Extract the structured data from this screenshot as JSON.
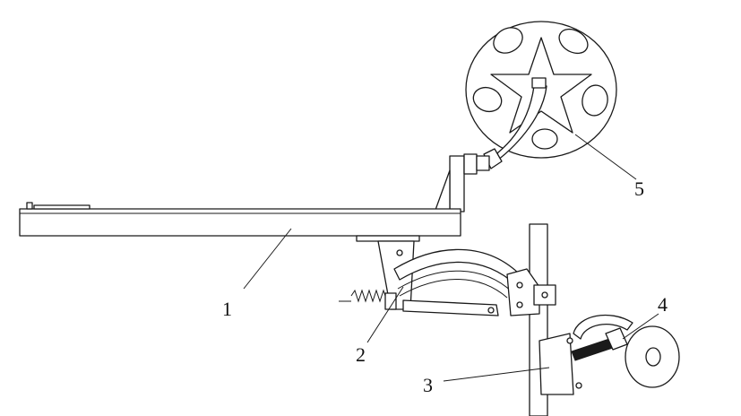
{
  "figure": {
    "callouts": [
      {
        "id": "1",
        "label": "1"
      },
      {
        "id": "2",
        "label": "2"
      },
      {
        "id": "3",
        "label": "3"
      },
      {
        "id": "4",
        "label": "4"
      },
      {
        "id": "5",
        "label": "5"
      }
    ],
    "colors": {
      "line": "#1a1a1a",
      "background": "#ffffff"
    }
  }
}
